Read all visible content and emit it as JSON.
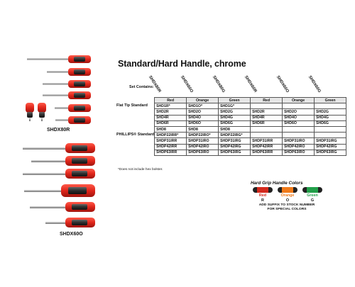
{
  "title": "Standard/Hard Handle, chrome",
  "set_contains": "Set Contains:",
  "kits": [
    "SHDX80R",
    "SHDX60O",
    "SHDX80G",
    "SHDX60R",
    "SHDX60O",
    "SHDX60G"
  ],
  "kit_labels": {
    "top": "SHDX80R",
    "bottom": "SHDX60O"
  },
  "color_row": [
    "Red",
    "Orange",
    "Green",
    "Red",
    "Orange",
    "Green"
  ],
  "sections": [
    {
      "label": "Flat Tip Standard",
      "rows": [
        [
          "SHD1R*",
          "SHD1O*",
          "SHD1G*",
          "",
          "",
          ""
        ],
        [
          "SHD2R",
          "SHD2O",
          "SHD2G",
          "SHD2R",
          "SHD2O",
          "SHD2G"
        ],
        [
          "SHD4R",
          "SHD4O",
          "SHD4G",
          "SHD4R",
          "SHD4O",
          "SHD4G"
        ],
        [
          "SHD6R",
          "SHD6O",
          "SHD6G",
          "SHD6R",
          "SHD6O",
          "SHD6G"
        ],
        [
          "SHD8",
          "SHD8",
          "SHD8",
          "",
          "",
          ""
        ]
      ]
    },
    {
      "label": "PHILLIPS® Standard",
      "rows": [
        [
          "SHDP22IRR*",
          "SHDP22IRO*",
          "SHDP22IRG*",
          "",
          "",
          ""
        ],
        [
          "SHDP31IRR",
          "SHDP31IRO",
          "SHDP31IRG",
          "SHDP31IRR",
          "SHDP31IRO",
          "SHDP31IRG"
        ],
        [
          "SHDP42IRR",
          "SHDP42IRO",
          "SHDP42IRG",
          "SHDP42IRR",
          "SHDP42IRO",
          "SHDP42IRG"
        ],
        [
          "SHDP63IRR",
          "SHDP63IRO",
          "SHDP63IRG",
          "SHDP63IRR",
          "SHDP63IRO",
          "SHDP63IRG"
        ]
      ]
    }
  ],
  "footnote": "*Does not include hex bolster.",
  "legend": {
    "title": "Hard Grip Handle Colors",
    "items": [
      {
        "label": "Red",
        "suffix": "R",
        "color": "#d42a1e"
      },
      {
        "label": "Orange",
        "suffix": "O",
        "color": "#f07a1a"
      },
      {
        "label": "Green",
        "suffix": "G",
        "color": "#22a04a"
      }
    ],
    "note_line1": "ADD SUFFIX TO STOCK NUMBER",
    "note_line2": "FOR SPECIAL COLORS"
  },
  "colors": {
    "handle_red": "#e8281e",
    "handle_dark": "#3a3a3a",
    "shaft": "#9c9c9c"
  }
}
